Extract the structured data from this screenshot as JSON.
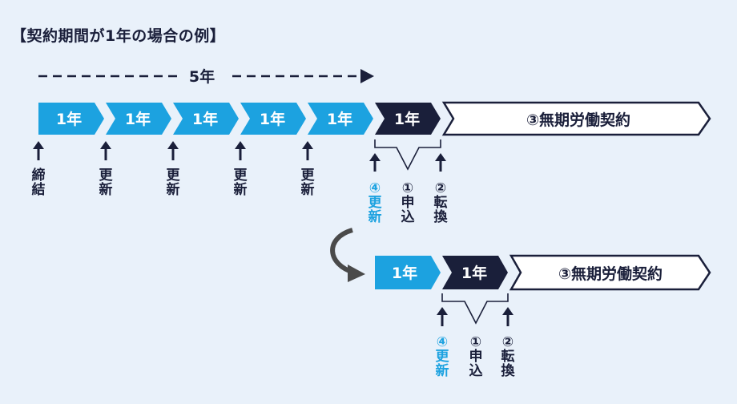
{
  "title": "【契約期間が1年の場合の例】",
  "five_year_label": "5年",
  "segment_label": "1年",
  "conversion_label": "③無期労働契約",
  "events": {
    "conclude": [
      "締",
      "結"
    ],
    "renew": [
      "更",
      "新"
    ],
    "renew_numbered": [
      "④",
      "更",
      "新"
    ],
    "apply": [
      "①",
      "申",
      "込"
    ],
    "convert": [
      "②",
      "転",
      "換"
    ]
  },
  "colors": {
    "light_blue": "#1ca2e0",
    "navy": "#1a1f3a",
    "background": "#e9f1fa"
  }
}
